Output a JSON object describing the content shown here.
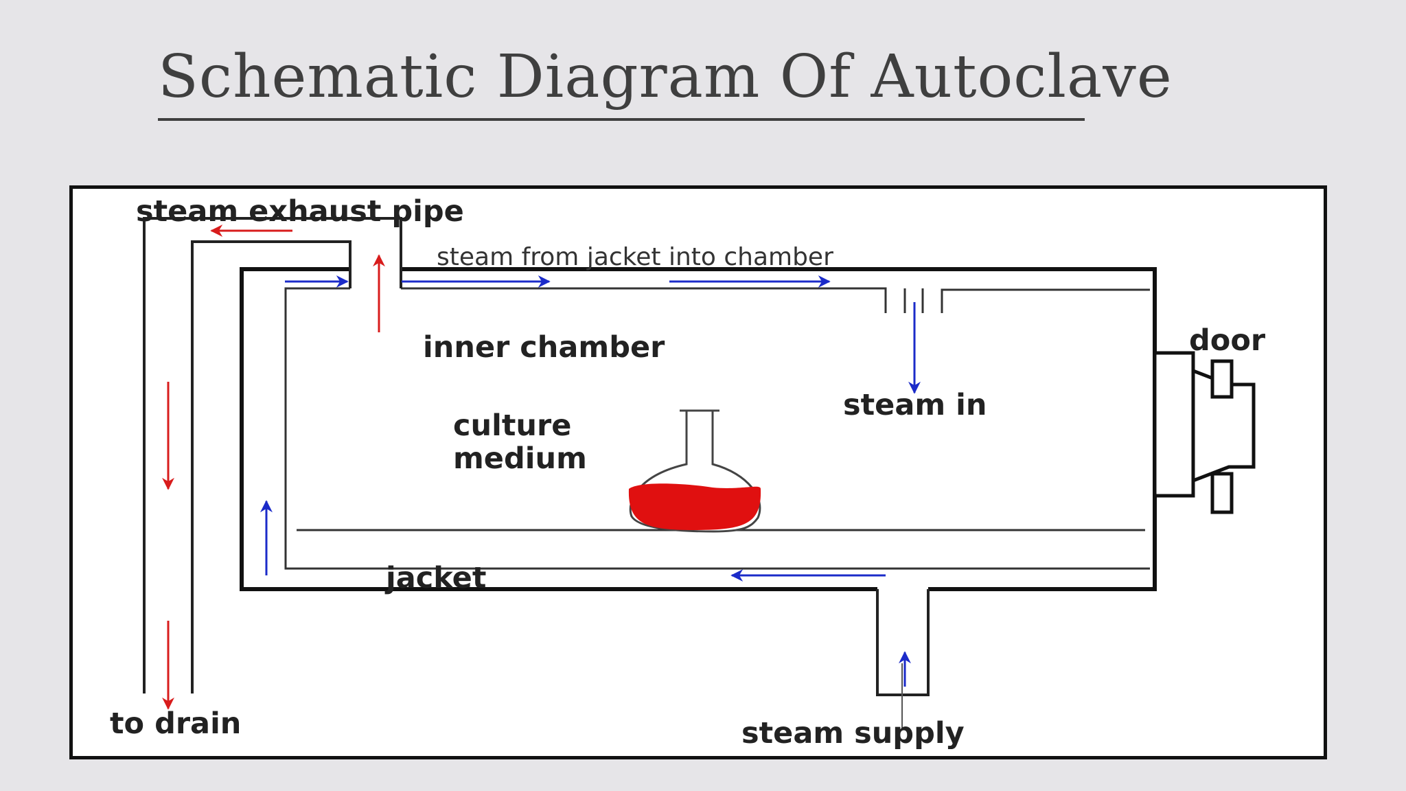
{
  "slide": {
    "title": "Schematic Diagram Of Autoclave"
  },
  "diagram": {
    "labels": {
      "steam_exhaust_pipe": "steam exhaust pipe",
      "steam_from_jacket": "steam from jacket into chamber",
      "inner_chamber": "inner chamber",
      "door": "door",
      "steam_in": "steam in",
      "culture_line1": "culture",
      "culture_line2": "medium",
      "jacket": "jacket",
      "to_drain": "to drain",
      "steam_supply": "steam supply"
    },
    "colors": {
      "outline": "#111111",
      "steam_arrow": "#1b2bc9",
      "exhaust_arrow": "#d81c1c",
      "medium": "#e01010",
      "background": "#ffffff",
      "slide_background": "#e6e5e8",
      "title": "#3f3f3f"
    }
  }
}
